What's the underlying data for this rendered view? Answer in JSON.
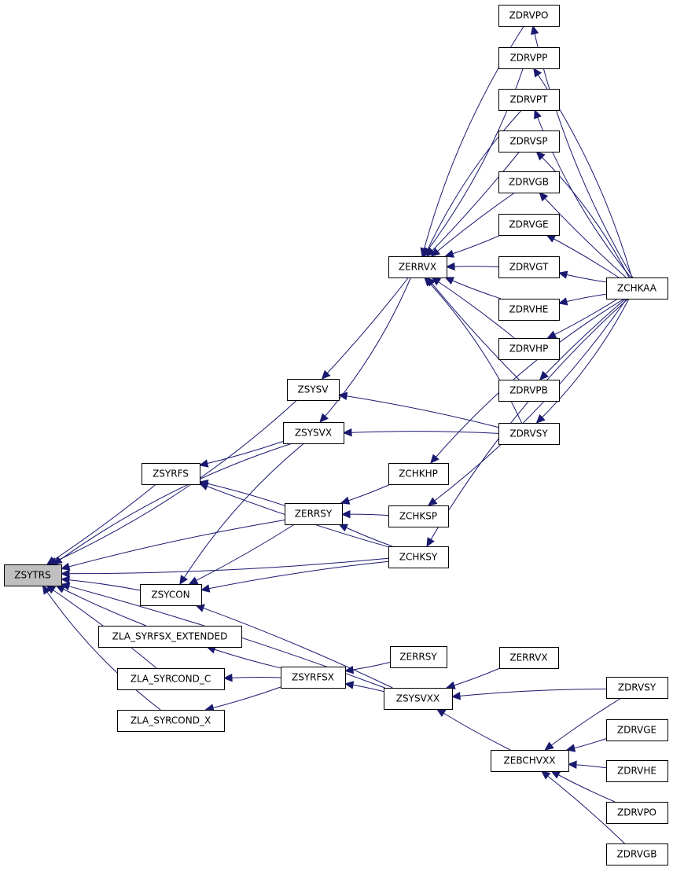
{
  "diagram": {
    "colors": {
      "edge": "#191970",
      "root_fill": "#bfbfbf",
      "node_fill": "#ffffff"
    },
    "nodes": [
      {
        "id": "zsytrs",
        "label": "ZSYTRS",
        "root": true
      },
      {
        "id": "zsysv",
        "label": "ZSYSV"
      },
      {
        "id": "zsysvx",
        "label": "ZSYSVX"
      },
      {
        "id": "zsyrfs",
        "label": "ZSYRFS"
      },
      {
        "id": "zerrsy",
        "label": "ZERRSY"
      },
      {
        "id": "zsycon",
        "label": "ZSYCON"
      },
      {
        "id": "zla_syrfsx_extended",
        "label": "ZLA_SYRFSX_EXTENDED"
      },
      {
        "id": "zla_syrcond_c",
        "label": "ZLA_SYRCOND_C"
      },
      {
        "id": "zla_syrcond_x",
        "label": "ZLA_SYRCOND_X"
      },
      {
        "id": "zsyrfsx",
        "label": "ZSYRFSX"
      },
      {
        "id": "zsysvxx",
        "label": "ZSYSVXX"
      },
      {
        "id": "zerrvx",
        "label": "ZERRVX"
      },
      {
        "id": "zdrvpo",
        "label": "ZDRVPO"
      },
      {
        "id": "zdrvpp",
        "label": "ZDRVPP"
      },
      {
        "id": "zdrvpt",
        "label": "ZDRVPT"
      },
      {
        "id": "zdrvsp",
        "label": "ZDRVSP"
      },
      {
        "id": "zdrvgb",
        "label": "ZDRVGB"
      },
      {
        "id": "zdrvge",
        "label": "ZDRVGE"
      },
      {
        "id": "zdrvgt",
        "label": "ZDRVGT"
      },
      {
        "id": "zdrvhe",
        "label": "ZDRVHE"
      },
      {
        "id": "zdrvhp",
        "label": "ZDRVHP"
      },
      {
        "id": "zdrvpb",
        "label": "ZDRVPB"
      },
      {
        "id": "zdrvsy",
        "label": "ZDRVSY"
      },
      {
        "id": "zchkaa",
        "label": "ZCHKAA"
      },
      {
        "id": "zchkhp",
        "label": "ZCHKHP"
      },
      {
        "id": "zchksp",
        "label": "ZCHKSP"
      },
      {
        "id": "zchksy",
        "label": "ZCHKSY"
      },
      {
        "id": "zerrsy2",
        "label": "ZERRSY"
      },
      {
        "id": "zerrvx2",
        "label": "ZERRVX"
      },
      {
        "id": "zdrvsy2",
        "label": "ZDRVSY"
      },
      {
        "id": "zebchvxx",
        "label": "ZEBCHVXX"
      },
      {
        "id": "zdrvge2",
        "label": "ZDRVGE"
      },
      {
        "id": "zdrvhe2",
        "label": "ZDRVHE"
      },
      {
        "id": "zdrvpo2",
        "label": "ZDRVPO"
      },
      {
        "id": "zdrvgb2",
        "label": "ZDRVGB"
      }
    ],
    "edges": [
      {
        "from": "zsysv",
        "to": "zsytrs"
      },
      {
        "from": "zsysvx",
        "to": "zsytrs"
      },
      {
        "from": "zsyrfs",
        "to": "zsytrs"
      },
      {
        "from": "zerrsy",
        "to": "zsytrs"
      },
      {
        "from": "zchksy",
        "to": "zsytrs"
      },
      {
        "from": "zsycon",
        "to": "zsytrs"
      },
      {
        "from": "zla_syrfsx_extended",
        "to": "zsytrs"
      },
      {
        "from": "zla_syrcond_c",
        "to": "zsytrs"
      },
      {
        "from": "zla_syrcond_x",
        "to": "zsytrs"
      },
      {
        "from": "zsysvxx",
        "to": "zsytrs"
      },
      {
        "from": "zerrvx",
        "to": "zsysv"
      },
      {
        "from": "zdrvsy",
        "to": "zsysv"
      },
      {
        "from": "zerrvx",
        "to": "zsysvx"
      },
      {
        "from": "zdrvsy",
        "to": "zsysvx"
      },
      {
        "from": "zsysvx",
        "to": "zsyrfs"
      },
      {
        "from": "zerrsy",
        "to": "zsyrfs"
      },
      {
        "from": "zchksy",
        "to": "zsyrfs"
      },
      {
        "from": "zsysvx",
        "to": "zsycon"
      },
      {
        "from": "zerrsy",
        "to": "zsycon"
      },
      {
        "from": "zchksy",
        "to": "zsycon"
      },
      {
        "from": "zchkhp",
        "to": "zerrsy"
      },
      {
        "from": "zchksp",
        "to": "zerrsy"
      },
      {
        "from": "zchksy",
        "to": "zerrsy"
      },
      {
        "from": "zdrvpo",
        "to": "zerrvx"
      },
      {
        "from": "zdrvpp",
        "to": "zerrvx"
      },
      {
        "from": "zdrvpt",
        "to": "zerrvx"
      },
      {
        "from": "zdrvsp",
        "to": "zerrvx"
      },
      {
        "from": "zdrvgb",
        "to": "zerrvx"
      },
      {
        "from": "zdrvge",
        "to": "zerrvx"
      },
      {
        "from": "zdrvgt",
        "to": "zerrvx"
      },
      {
        "from": "zdrvhe",
        "to": "zerrvx"
      },
      {
        "from": "zdrvhp",
        "to": "zerrvx"
      },
      {
        "from": "zdrvpb",
        "to": "zerrvx"
      },
      {
        "from": "zdrvsy",
        "to": "zerrvx"
      },
      {
        "from": "zchkaa",
        "to": "zdrvpo"
      },
      {
        "from": "zchkaa",
        "to": "zdrvpp"
      },
      {
        "from": "zchkaa",
        "to": "zdrvpt"
      },
      {
        "from": "zchkaa",
        "to": "zdrvsp"
      },
      {
        "from": "zchkaa",
        "to": "zdrvgb"
      },
      {
        "from": "zchkaa",
        "to": "zdrvge"
      },
      {
        "from": "zchkaa",
        "to": "zdrvgt"
      },
      {
        "from": "zchkaa",
        "to": "zdrvhe"
      },
      {
        "from": "zchkaa",
        "to": "zdrvhp"
      },
      {
        "from": "zchkaa",
        "to": "zdrvpb"
      },
      {
        "from": "zchkaa",
        "to": "zdrvsy"
      },
      {
        "from": "zchkaa",
        "to": "zchkhp"
      },
      {
        "from": "zchkaa",
        "to": "zchksp"
      },
      {
        "from": "zchkaa",
        "to": "zchksy"
      },
      {
        "from": "zsyrfsx",
        "to": "zla_syrfsx_extended"
      },
      {
        "from": "zsyrfsx",
        "to": "zla_syrcond_c"
      },
      {
        "from": "zsyrfsx",
        "to": "zla_syrcond_x"
      },
      {
        "from": "zsysvxx",
        "to": "zsyrfsx"
      },
      {
        "from": "zerrsy2",
        "to": "zsyrfsx"
      },
      {
        "from": "zsysvxx",
        "to": "zsycon"
      },
      {
        "from": "zerrvx2",
        "to": "zsysvxx"
      },
      {
        "from": "zdrvsy2",
        "to": "zsysvxx"
      },
      {
        "from": "zebchvxx",
        "to": "zsysvxx"
      },
      {
        "from": "zdrvsy2",
        "to": "zebchvxx"
      },
      {
        "from": "zdrvge2",
        "to": "zebchvxx"
      },
      {
        "from": "zdrvhe2",
        "to": "zebchvxx"
      },
      {
        "from": "zdrvpo2",
        "to": "zebchvxx"
      },
      {
        "from": "zdrvgb2",
        "to": "zebchvxx"
      }
    ]
  }
}
